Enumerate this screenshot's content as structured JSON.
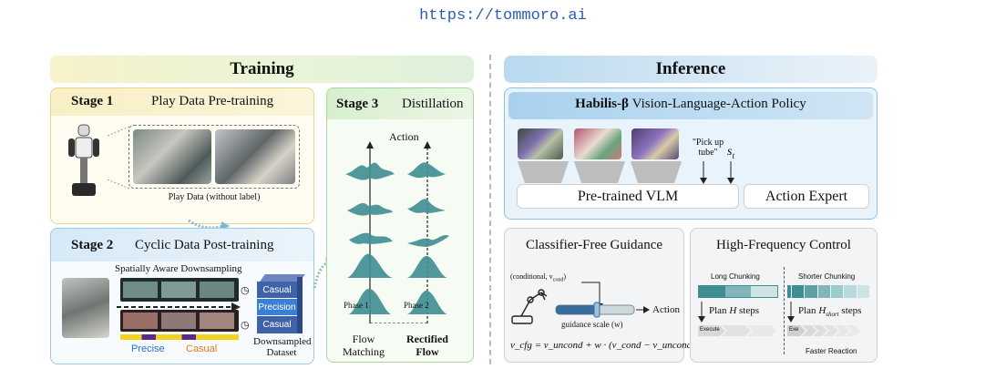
{
  "url": "https://tommoro.ai",
  "training": {
    "title": "Training",
    "stage1": {
      "label": "Stage 1",
      "title": "Play Data Pre-training",
      "caption": "Play Data (without label)"
    },
    "stage2": {
      "label": "Stage 2",
      "title": "Cyclic Data Post-training",
      "downsampling": "Spatially Aware Downsampling",
      "blocks": [
        "Casual",
        "Precision",
        "Casual"
      ],
      "legend_precise": "Precise",
      "legend_casual": "Casual",
      "dataset": "Downsampled\nDataset"
    },
    "stage3": {
      "label": "Stage 3",
      "title": "Distillation",
      "action": "Action",
      "phase1": "Phase 1",
      "phase2": "Phase 2",
      "flow_matching": "Flow\nMatching",
      "rectified_flow": "Rectified\nFlow"
    }
  },
  "inference": {
    "title": "Inference",
    "policy": {
      "name_bold": "Habilis-β",
      "name_rest": " Vision-Language-Action Policy",
      "instruction": "\"Pick up\ntube\"",
      "state_symbol": "s",
      "state_sub": "t",
      "vlm": "Pre-trained VLM",
      "action_expert": "Action Expert"
    },
    "cfg": {
      "title": "Classifier-Free Guidance",
      "conditional": "(conditional, v",
      "conditional_sub": "cond",
      "conditional_end": ")",
      "action": "Action",
      "guidance": "guidance scale (w)",
      "formula": "v_cfg = v_uncond + w · (v_cond − v_uncond)"
    },
    "hfc": {
      "title": "High-Frequency Control",
      "long": "Long Chunking",
      "short": "Shorter Chunking",
      "plan_h": "Plan H steps",
      "plan_h_prefix": "Plan ",
      "plan_h_var": "H",
      "plan_h_suffix": " steps",
      "plan_short_prefix": "Plan ",
      "plan_short_var": "H",
      "plan_short_sub": "short",
      "plan_short_suffix": " steps",
      "execute": "Execute",
      "exe": "Exe",
      "faster": "Faster Reaction"
    }
  },
  "colors": {
    "teal": "#3f8e92",
    "teal_light": "#7fb7bb",
    "precise_blue": "#2a6fd1",
    "casual_orange": "#e07b1c",
    "block_blue": "#3f63a8",
    "url_blue": "#2a5db0"
  }
}
